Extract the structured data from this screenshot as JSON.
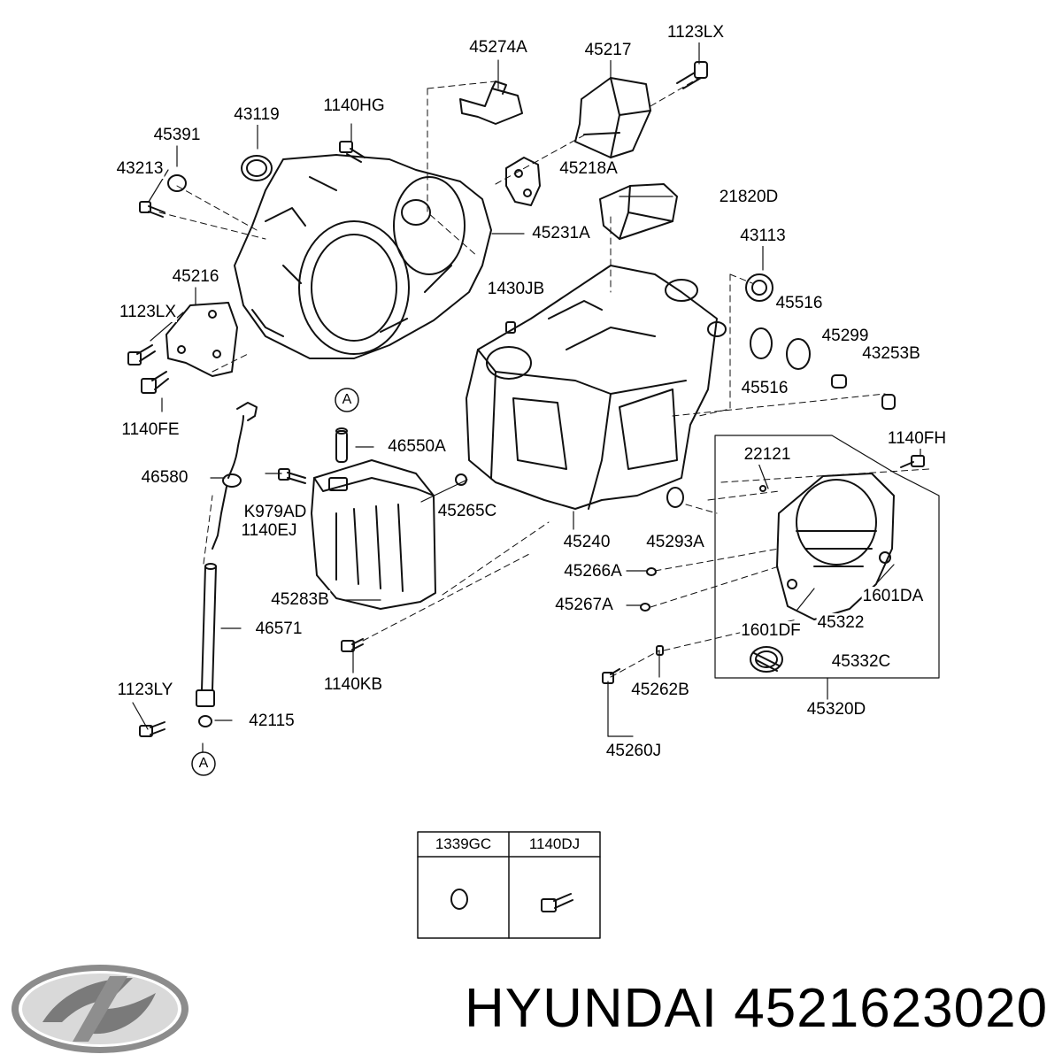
{
  "callouts": [
    {
      "key": "p45274A",
      "text": "45274A"
    },
    {
      "key": "p45217",
      "text": "45217"
    },
    {
      "key": "p1123LX_top",
      "text": "1123LX"
    },
    {
      "key": "p43119",
      "text": "43119"
    },
    {
      "key": "p1140HG",
      "text": "1140HG"
    },
    {
      "key": "p45391",
      "text": "45391"
    },
    {
      "key": "p43213",
      "text": "43213"
    },
    {
      "key": "p45218A",
      "text": "45218A"
    },
    {
      "key": "p21820D",
      "text": "21820D"
    },
    {
      "key": "p45231A",
      "text": "45231A"
    },
    {
      "key": "p43113",
      "text": "43113"
    },
    {
      "key": "p45216",
      "text": "45216"
    },
    {
      "key": "p1430JB",
      "text": "1430JB"
    },
    {
      "key": "p1123LX_left",
      "text": "1123LX"
    },
    {
      "key": "p45516_a",
      "text": "45516"
    },
    {
      "key": "p45299",
      "text": "45299"
    },
    {
      "key": "p43253B",
      "text": "43253B"
    },
    {
      "key": "p45516_b",
      "text": "45516"
    },
    {
      "key": "p1140FE",
      "text": "1140FE"
    },
    {
      "key": "pA_top",
      "text": "A"
    },
    {
      "key": "p46550A",
      "text": "46550A"
    },
    {
      "key": "p1140FH",
      "text": "1140FH"
    },
    {
      "key": "p22121",
      "text": "22121"
    },
    {
      "key": "p46580",
      "text": "46580"
    },
    {
      "key": "pK979AD",
      "text": "K979AD"
    },
    {
      "key": "p1140EJ",
      "text": "1140EJ"
    },
    {
      "key": "p45265C",
      "text": "45265C"
    },
    {
      "key": "p45240",
      "text": "45240"
    },
    {
      "key": "p45293A",
      "text": "45293A"
    },
    {
      "key": "p45266A",
      "text": "45266A"
    },
    {
      "key": "p45283B",
      "text": "45283B"
    },
    {
      "key": "p1601DA",
      "text": "1601DA"
    },
    {
      "key": "p45267A",
      "text": "45267A"
    },
    {
      "key": "p1601DF",
      "text": "1601DF"
    },
    {
      "key": "p45322",
      "text": "45322"
    },
    {
      "key": "p46571",
      "text": "46571"
    },
    {
      "key": "p45332C",
      "text": "45332C"
    },
    {
      "key": "p1140KB",
      "text": "1140KB"
    },
    {
      "key": "p1123LY",
      "text": "1123LY"
    },
    {
      "key": "p45262B",
      "text": "45262B"
    },
    {
      "key": "p45320D",
      "text": "45320D"
    },
    {
      "key": "p42115",
      "text": "42115"
    },
    {
      "key": "pA_bottom",
      "text": "A"
    },
    {
      "key": "p45260J",
      "text": "45260J"
    }
  ],
  "parts_table": {
    "col1": "1339GC",
    "col2": "1140DJ"
  },
  "brand": {
    "name": "HYUNDAI",
    "part_number": "4521623020",
    "logo_icon": "hyundai-logo-icon"
  }
}
